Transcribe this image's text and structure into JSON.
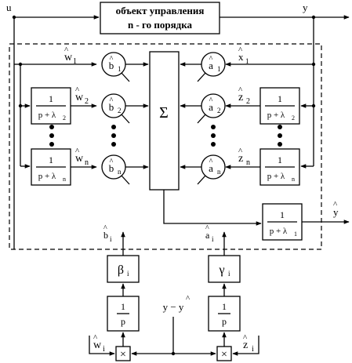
{
  "plant": {
    "line1": "объект управления",
    "line2": "n - го порядка"
  },
  "signals": {
    "u": "u",
    "y": "y",
    "y_hat": "y",
    "w1": "w",
    "w1_sub": "1",
    "w2": "w",
    "w2_sub": "2",
    "wn": "w",
    "wn_sub": "n",
    "x1": "x",
    "x1_sub": "1",
    "z2": "z",
    "z2_sub": "2",
    "zn": "z",
    "zn_sub": "n",
    "wi": "w",
    "wi_sub": "i",
    "zi": "z",
    "zi_sub": "i",
    "bi": "b",
    "bi_sub": "i",
    "ai": "a",
    "ai_sub": "i",
    "error": "y − y"
  },
  "gains": {
    "b1": "b",
    "b1_sub": "1",
    "b2": "b",
    "b2_sub": "2",
    "bn": "b",
    "bn_sub": "n",
    "a1": "a",
    "a1_sub": "1",
    "a2": "a",
    "a2_sub": "2",
    "an": "a",
    "an_sub": "n"
  },
  "filters": {
    "numerator": "1",
    "den_prefix": "p + λ",
    "sub_2": "2",
    "sub_n": "n",
    "sub_1": "1"
  },
  "summer": {
    "symbol": "Σ"
  },
  "adaptation": {
    "beta": "β",
    "beta_sub": "i",
    "gamma": "γ",
    "gamma_sub": "i",
    "int_num": "1",
    "int_den": "p",
    "multiply": "×"
  }
}
